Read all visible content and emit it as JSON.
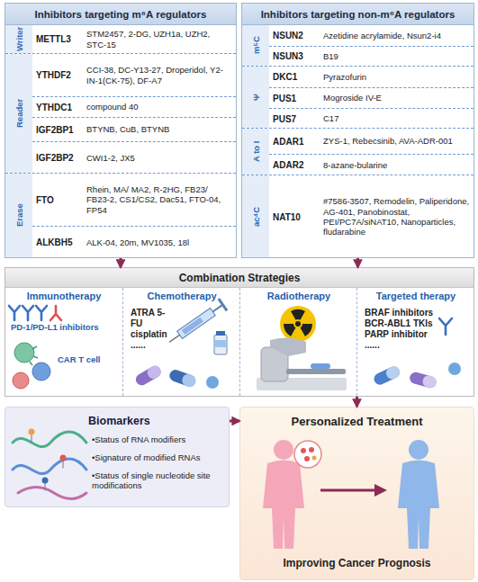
{
  "diagram": {
    "nodes": [
      {
        "text": [
          "Inhibitors targeting m⁶A regulators"
        ]
      },
      {
        "text": [
          "Writer"
        ],
        "in": 0
      },
      {
        "text": [
          "METTL3",
          "STM2457, 2-DG, UZH1a, UZH2, STC-15"
        ],
        "in": 1
      },
      {
        "text": [
          "Reader"
        ],
        "in": 0
      },
      {
        "text": [
          "YTHDF2",
          "CCI-38, DC-Y13-27, Droperidol, Y2-IN-1(CK-75), DF-A7"
        ],
        "in": 3
      },
      {
        "text": [
          "YTHDC1",
          "compound 40"
        ],
        "in": 3
      },
      {
        "text": [
          "IGF2BP1",
          "BTYNB, CuB, BTYNB"
        ],
        "in": 3
      },
      {
        "text": [
          "IGF2BP2",
          "CWI1-2, JX5"
        ],
        "in": 3
      },
      {
        "text": [
          "Erase"
        ],
        "in": 0
      },
      {
        "text": [
          "FTO",
          "Rhein, MA/ MA2, R-2HG, FB23/ FB23-2, CS1/CS2, Dac51, FTO-04, FP54"
        ],
        "in": 8
      },
      {
        "text": [
          "ALKBH5",
          "ALK-04, 20m, MV1035, 18l"
        ],
        "in": 8
      },
      {
        "text": [
          "Inhibitors targeting non-m⁶A regulators"
        ]
      },
      {
        "text": [
          "m⁵C"
        ],
        "in": 11
      },
      {
        "text": [
          "NSUN2",
          "Azetidine acrylamide, Nsun2-i4"
        ],
        "in": 12
      },
      {
        "text": [
          "NSUN3",
          "B19"
        ],
        "in": 12
      },
      {
        "text": [
          "Ψ"
        ],
        "in": 11
      },
      {
        "text": [
          "DKC1",
          "Pyrazofurin"
        ],
        "in": 15
      },
      {
        "text": [
          "PUS1",
          "Mogroside IV-E"
        ],
        "in": 15
      },
      {
        "text": [
          "PUS7",
          "C17"
        ],
        "in": 15
      },
      {
        "text": [
          "A to I"
        ],
        "in": 11
      },
      {
        "text": [
          "ADAR1",
          "ZYS-1, Rebecsinib, AVA-ADR-001"
        ],
        "in": 19
      },
      {
        "text": [
          "ADAR2",
          "8-azane-bularine"
        ],
        "in": 19
      },
      {
        "text": [
          "ac⁴C"
        ],
        "in": 11
      },
      {
        "text": [
          "NAT10",
          "#7586-3507, Remodelin, Paliperidone, AG-401, Panobinostat, PEI/PC7A/siNAT10, Nanoparticles, fludarabine"
        ],
        "in": 22
      },
      {
        "text": [
          "Combination Strategies"
        ]
      },
      {
        "text": [
          "Immunotherapy",
          "PD-1/PD-L1 inhibitors",
          "CAR T cell"
        ],
        "in": 24
      },
      {
        "text": [
          "Chemotherapy",
          "ATRA 5-FU cisplatin ......"
        ],
        "in": 24
      },
      {
        "text": [
          "Radiotherapy"
        ],
        "in": 24
      },
      {
        "text": [
          "Targeted therapy",
          "BRAF inhibitors BCR-ABL1 TKIs PARP inhibitor ......"
        ],
        "in": 24
      },
      {
        "text": [
          "Biomarkers",
          "•Status of RNA modifiers",
          "•Signature of modified RNAs",
          "•Status of single nucleotide site modifications"
        ]
      },
      {
        "text": [
          "Personalized Treatment",
          "Improving Cancer Prognosis"
        ]
      }
    ],
    "edges": [
      {
        "from": 0,
        "to": 24,
        "arrow": "to"
      },
      {
        "from": 11,
        "to": 24,
        "arrow": "to"
      },
      {
        "from": 24,
        "to": 30,
        "arrow": "to"
      },
      {
        "from": 29,
        "to": 30,
        "arrow": "to"
      }
    ]
  }
}
